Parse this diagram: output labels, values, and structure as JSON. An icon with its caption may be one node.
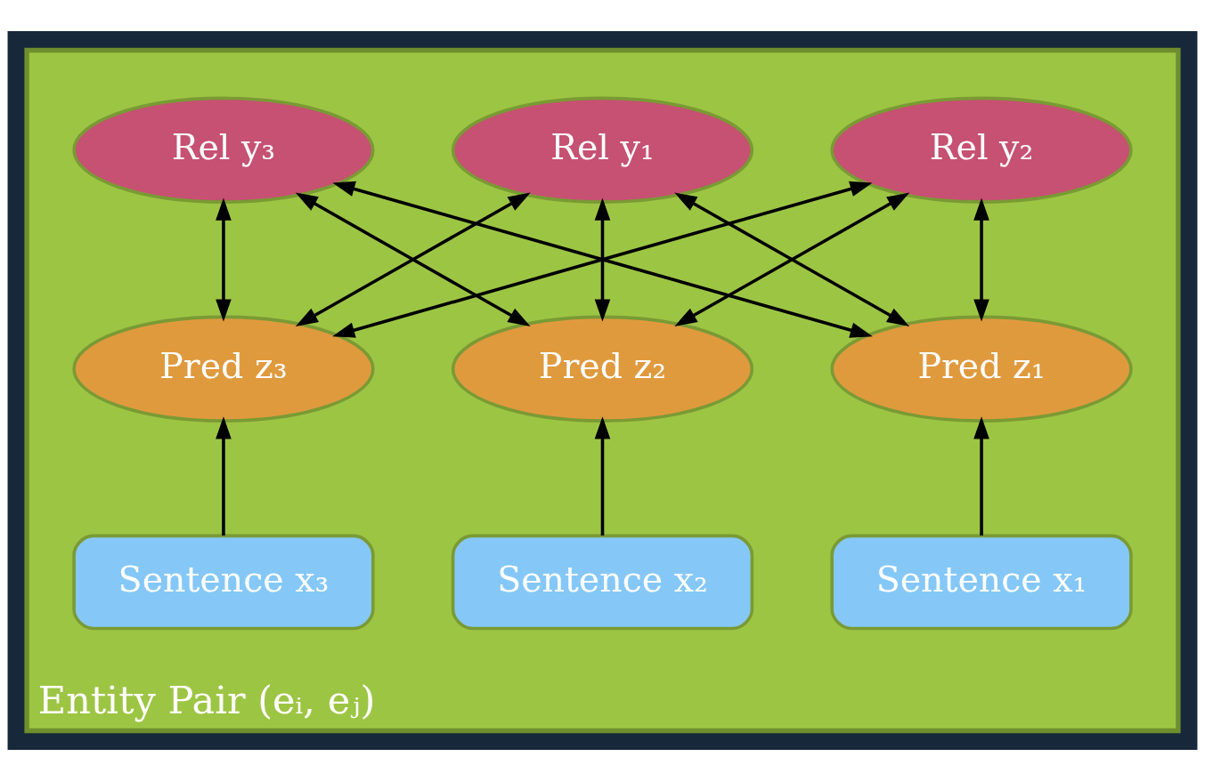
{
  "diagram": {
    "nodes": [
      {
        "text": [
          "Entity Pair (eᵢ, eⱼ)"
        ]
      },
      {
        "text": [
          "Rel y₁"
        ],
        "in": 0
      },
      {
        "text": [
          "Rel y₂"
        ],
        "in": 0
      },
      {
        "text": [
          "Rel y₃"
        ],
        "in": 0
      },
      {
        "text": [
          "Pred z₁"
        ],
        "in": 0
      },
      {
        "text": [
          "Pred z₂"
        ],
        "in": 0
      },
      {
        "text": [
          "Pred z₃"
        ],
        "in": 0
      },
      {
        "text": [
          "Sentence x₁"
        ],
        "in": 0
      },
      {
        "text": [
          "Sentence x₂"
        ],
        "in": 0
      },
      {
        "text": [
          "Sentence x₃"
        ],
        "in": 0
      }
    ],
    "edges": [
      {
        "from": 4,
        "to": 1,
        "arrow": "both"
      },
      {
        "from": 4,
        "to": 2,
        "arrow": "both"
      },
      {
        "from": 4,
        "to": 3,
        "arrow": "both"
      },
      {
        "from": 5,
        "to": 1,
        "arrow": "both"
      },
      {
        "from": 5,
        "to": 2,
        "arrow": "both"
      },
      {
        "from": 5,
        "to": 3,
        "arrow": "both"
      },
      {
        "from": 6,
        "to": 1,
        "arrow": "both"
      },
      {
        "from": 6,
        "to": 2,
        "arrow": "both"
      },
      {
        "from": 6,
        "to": 3,
        "arrow": "both"
      },
      {
        "from": 7,
        "to": 4,
        "arrow": "to"
      },
      {
        "from": 8,
        "to": 5,
        "arrow": "to"
      },
      {
        "from": 9,
        "to": 6,
        "arrow": "to"
      }
    ]
  }
}
